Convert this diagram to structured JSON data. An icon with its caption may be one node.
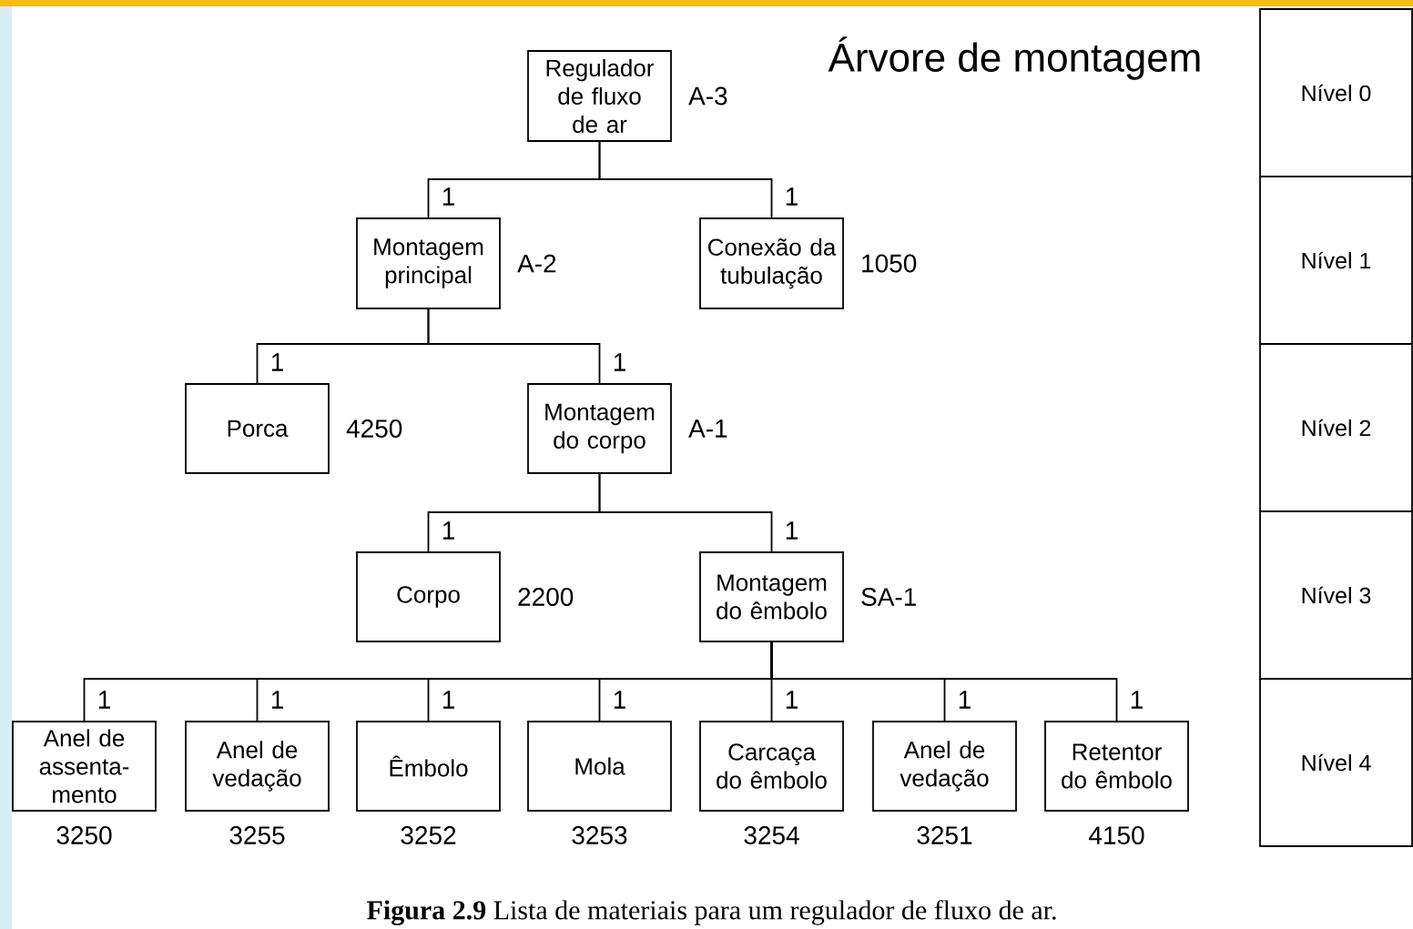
{
  "diagram": {
    "title": "Árvore de montagem",
    "caption": "**Figura 2.9** Lista de materiais para um regulador de fluxo de ar.",
    "nodes": [
      {
        "text": [
          "Regulador de fluxo de ar"
        ],
        "beside": [
          "A-3"
        ]
      },
      {
        "text": [
          "Montagem principal"
        ],
        "beside": [
          "A-2"
        ]
      },
      {
        "text": [
          "Conexão da tubulação"
        ],
        "beside": [
          "1050"
        ]
      },
      {
        "text": [
          "Porca"
        ],
        "beside": [
          "4250"
        ]
      },
      {
        "text": [
          "Montagem do corpo"
        ],
        "beside": [
          "A-1"
        ]
      },
      {
        "text": [
          "Corpo"
        ],
        "beside": [
          "2200"
        ]
      },
      {
        "text": [
          "Montagem do êmbolo"
        ],
        "beside": [
          "SA-1"
        ]
      },
      {
        "text": [
          "Anel de assenta- mento"
        ],
        "beside": [
          "3250"
        ]
      },
      {
        "text": [
          "Anel de vedação"
        ],
        "beside": [
          "3255"
        ]
      },
      {
        "text": [
          "Êmbolo"
        ],
        "beside": [
          "3252"
        ]
      },
      {
        "text": [
          "Mola"
        ],
        "beside": [
          "3253"
        ]
      },
      {
        "text": [
          "Carcaça do êmbolo"
        ],
        "beside": [
          "3254"
        ]
      },
      {
        "text": [
          "Anel de vedação"
        ],
        "beside": [
          "3251"
        ]
      },
      {
        "text": [
          "Retentor do êmbolo"
        ],
        "beside": [
          "4150"
        ]
      },
      {
        "text": [
          "Nível 0"
        ]
      },
      {
        "text": [
          "Nível 1"
        ]
      },
      {
        "text": [
          "Nível 2"
        ]
      },
      {
        "text": [
          "Nível 3"
        ]
      },
      {
        "text": [
          "Nível 4"
        ]
      }
    ],
    "edges": [
      {
        "from": 0,
        "to": 1,
        "arrow": "none",
        "label": "1"
      },
      {
        "from": 0,
        "to": 2,
        "arrow": "none",
        "label": "1"
      },
      {
        "from": 1,
        "to": 3,
        "arrow": "none",
        "label": "1"
      },
      {
        "from": 1,
        "to": 4,
        "arrow": "none",
        "label": "1"
      },
      {
        "from": 4,
        "to": 5,
        "arrow": "none",
        "label": "1"
      },
      {
        "from": 4,
        "to": 6,
        "arrow": "none",
        "label": "1"
      },
      {
        "from": 6,
        "to": 7,
        "arrow": "none",
        "label": "1"
      },
      {
        "from": 6,
        "to": 8,
        "arrow": "none",
        "label": "1"
      },
      {
        "from": 6,
        "to": 9,
        "arrow": "none",
        "label": "1"
      },
      {
        "from": 6,
        "to": 10,
        "arrow": "none",
        "label": "1"
      },
      {
        "from": 6,
        "to": 11,
        "arrow": "none",
        "label": "1"
      },
      {
        "from": 6,
        "to": 12,
        "arrow": "none",
        "label": "1"
      },
      {
        "from": 6,
        "to": 13,
        "arrow": "none",
        "label": "1"
      }
    ]
  }
}
